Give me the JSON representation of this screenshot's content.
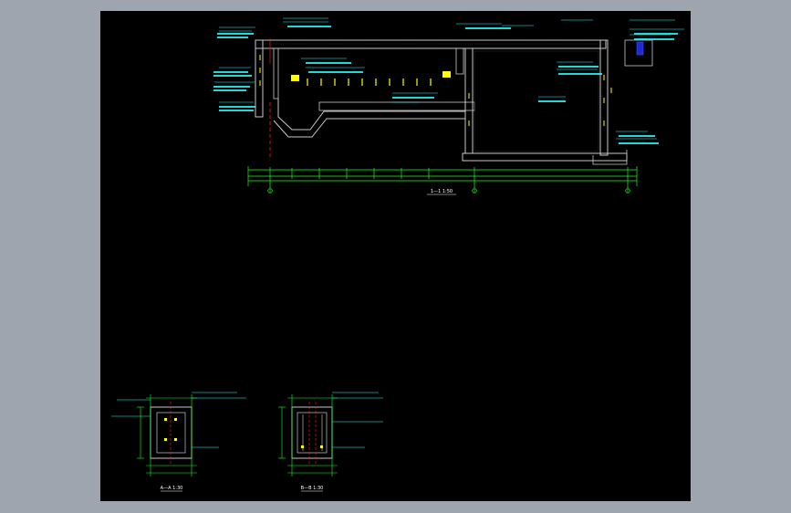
{
  "window": {
    "background_color": "#9ea5ae",
    "viewport_color": "#000000"
  },
  "colors": {
    "wall": "#c8c8c8",
    "dimension": "#1bff1b",
    "annotation": "#28ffff",
    "rebar": "#ffff00",
    "accent_red": "#ff2020",
    "accent_blue": "#3050ff"
  },
  "main_section": {
    "title": "1—1 1:50",
    "subtitle": ""
  },
  "detail_a": {
    "title": "A—A 1:30"
  },
  "detail_b": {
    "title": "B—B 1:30"
  }
}
